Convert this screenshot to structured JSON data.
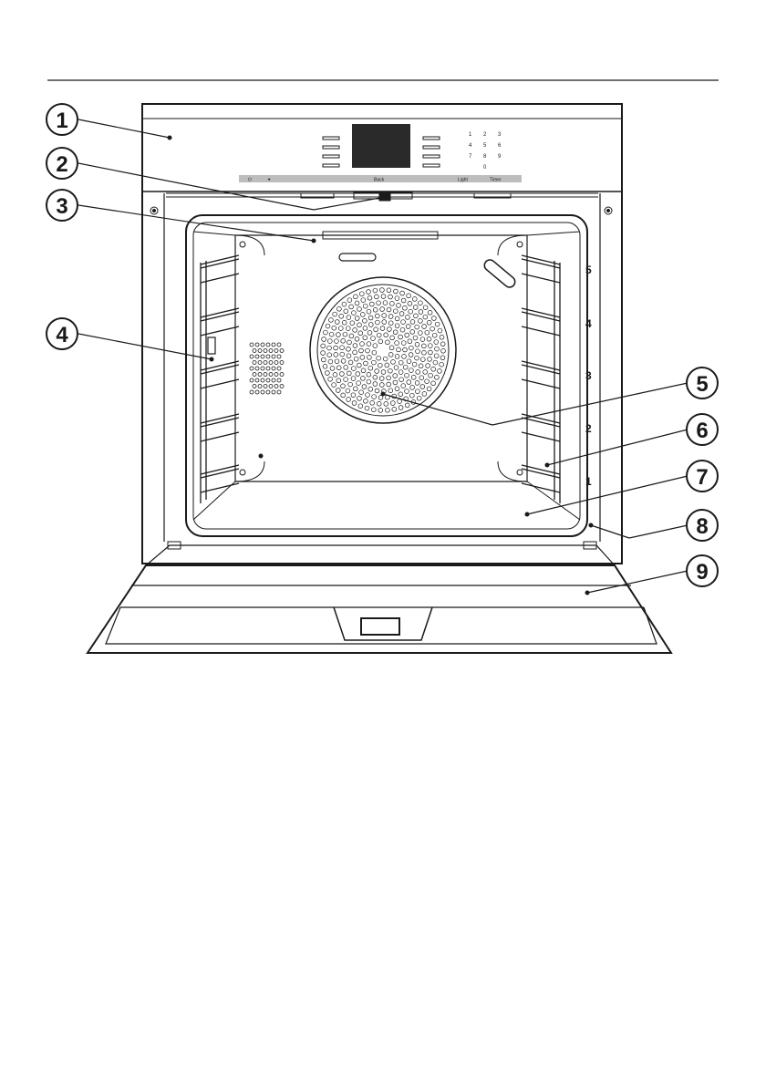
{
  "control_panel": {
    "left_labels": [
      "⏻",
      "✦"
    ],
    "center_label": "Back",
    "light_label": "Light",
    "timer_label": "Timer",
    "keypad": [
      "1",
      "2",
      "3",
      "4",
      "5",
      "6",
      "7",
      "8",
      "9",
      "0"
    ]
  },
  "shelf_levels": [
    "5",
    "4",
    "3",
    "2",
    "1"
  ],
  "callouts": [
    "1",
    "2",
    "3",
    "4",
    "5",
    "6",
    "7",
    "8",
    "9"
  ],
  "colors": {
    "line": "#1a1a1a",
    "panel_strip": "#bdbdbd",
    "display": "#2a2a2a"
  }
}
